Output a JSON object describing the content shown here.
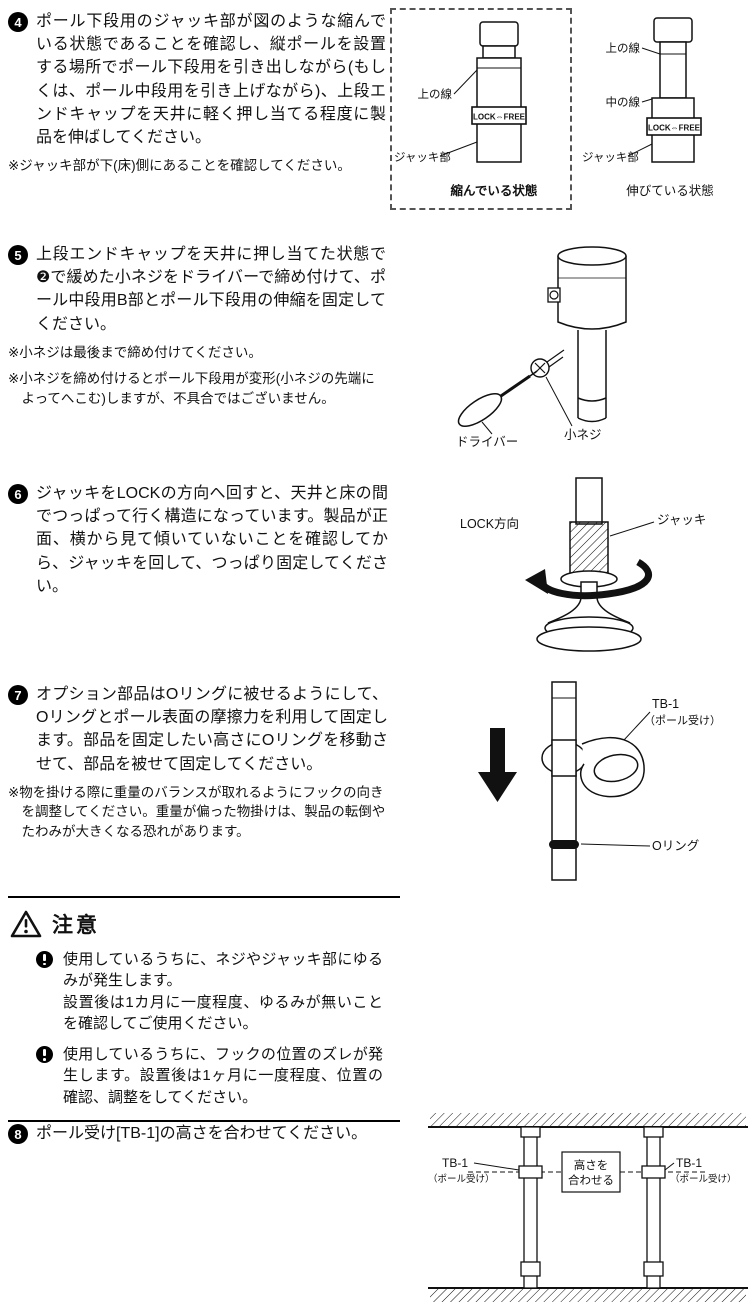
{
  "step4": {
    "num": "4",
    "text": "ポール下段用のジャッキ部が図のような縮んでいる状態であることを確認し、縦ポールを設置する場所でポール下段用を引き出しながら(もしくは、ポール中段用を引き上げながら)、上段エンドキャップを天井に軽く押し当てる程度に製品を伸ばしてください。",
    "note": "※ジャッキ部が下(床)側にあることを確認してください。",
    "diagram": {
      "compressed": {
        "upper_line_label": "上の線",
        "lock_free_label": "LOCK⇔FREE",
        "jack_label": "ジャッキ部",
        "caption": "縮んでいる状態"
      },
      "extended": {
        "upper_line_label": "上の線",
        "middle_line_label": "中の線",
        "lock_free_label": "LOCK⇔FREE",
        "jack_label": "ジャッキ部",
        "caption": "伸びている状態"
      }
    }
  },
  "step5": {
    "num": "5",
    "text": "上段エンドキャップを天井に押し当てた状態で❷で緩めた小ネジをドライバーで締め付けて、ポール中段用B部とポール下段用の伸縮を固定してください。",
    "note1": "※小ネジは最後まで締め付けてください。",
    "note2": "※小ネジを締め付けるとポール下段用が変形(小ネジの先端によってへこむ)しますが、不具合ではございません。",
    "diagram": {
      "driver_label": "ドライバー",
      "screw_label": "小ネジ"
    }
  },
  "step6": {
    "num": "6",
    "text": "ジャッキをLOCKの方向へ回すと、天井と床の間でつっぱって行く構造になっています。製品が正面、横から見て傾いていないことを確認してから、ジャッキを回して、つっぱり固定してください。",
    "diagram": {
      "lock_direction_label": "LOCK方向",
      "jack_label": "ジャッキ"
    }
  },
  "step7": {
    "num": "7",
    "text": "オプション部品はOリングに被せるようにして、Oリングとポール表面の摩擦力を利用して固定します。部品を固定したい高さにOリングを移動させて、部品を被せて固定してください。",
    "note": "※物を掛ける際に重量のバランスが取れるようにフックの向きを調整してください。重量が偏った物掛けは、製品の転倒やたわみが大きくなる恐れがあります。",
    "diagram": {
      "tb1_label": "TB-1",
      "tb1_sub_label": "（ポール受け）",
      "oring_label": "Oリング"
    }
  },
  "caution": {
    "title": "注意",
    "warning_icon": "warning-triangle-icon",
    "bullet_icon": "exclamation-circle-icon",
    "item1_line1": "使用しているうちに、ネジやジャッキ部にゆるみが発生します。",
    "item1_line2": "設置後は1カ月に一度程度、ゆるみが無いことを確認してご使用ください。",
    "item2": "使用しているうちに、フックの位置のズレが発生します。設置後は1ヶ月に一度程度、位置の確認、調整をしてください。"
  },
  "step8": {
    "num": "8",
    "text": "ポール受け[TB-1]の高さを合わせてください。",
    "diagram": {
      "tb1_left_label": "TB-1",
      "tb1_left_sub": "（ポール受け）",
      "height_line1": "高さを",
      "height_line2": "合わせる",
      "tb1_right_label": "TB-1",
      "tb1_right_sub": "（ポール受け）"
    }
  }
}
